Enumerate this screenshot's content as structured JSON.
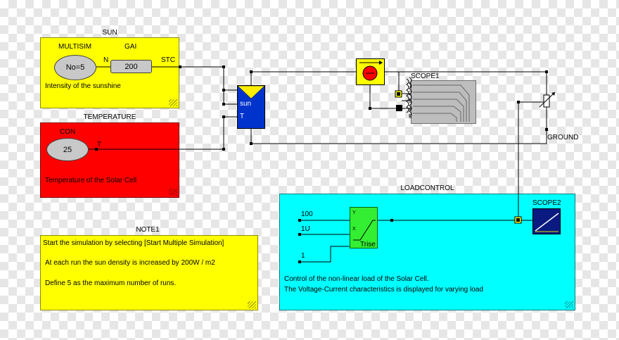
{
  "sun_block": {
    "title": "SUN",
    "multisim_label": "MULTISIM",
    "multisim_value": "No=5",
    "gain_label": "GAI",
    "gain_value": "200",
    "port_n": "N",
    "port_stc": "STC",
    "description": "Intensity of the sunshine",
    "color": "#ffff00"
  },
  "temperature_block": {
    "title": "TEMPERATURE",
    "con_label": "CON",
    "con_value": "25",
    "port_t": "T",
    "description": "Temperature of the Solar Cell",
    "color": "#ff0000"
  },
  "solar_cell": {
    "label": "sun",
    "port_t": "T",
    "color": "#0033cc"
  },
  "scope1": {
    "label": "SCOPE1",
    "ports": [
      "1",
      "2",
      "3",
      "4",
      "5"
    ]
  },
  "ground": {
    "label": "GROUND"
  },
  "loadcontrol_block": {
    "title": "LOADCONTROL",
    "inputs": [
      "100",
      "1U",
      "1"
    ],
    "trise_label": "Trise",
    "scope2_label": "SCOPE2",
    "description_line1": "Control of the non-linear load of the Solar Cell.",
    "description_line2": "The Voltage-Current characteristics is displayed for varying load",
    "color": "#00ffff"
  },
  "note1": {
    "title": "NOTE1",
    "line1": "Start the simulation by selecting [Start Multiple Simulation]",
    "line2": "At each run the sun density is increased by 200W / m2",
    "line3": "Define 5 as the maximum number of runs.",
    "color": "#ffff00"
  }
}
